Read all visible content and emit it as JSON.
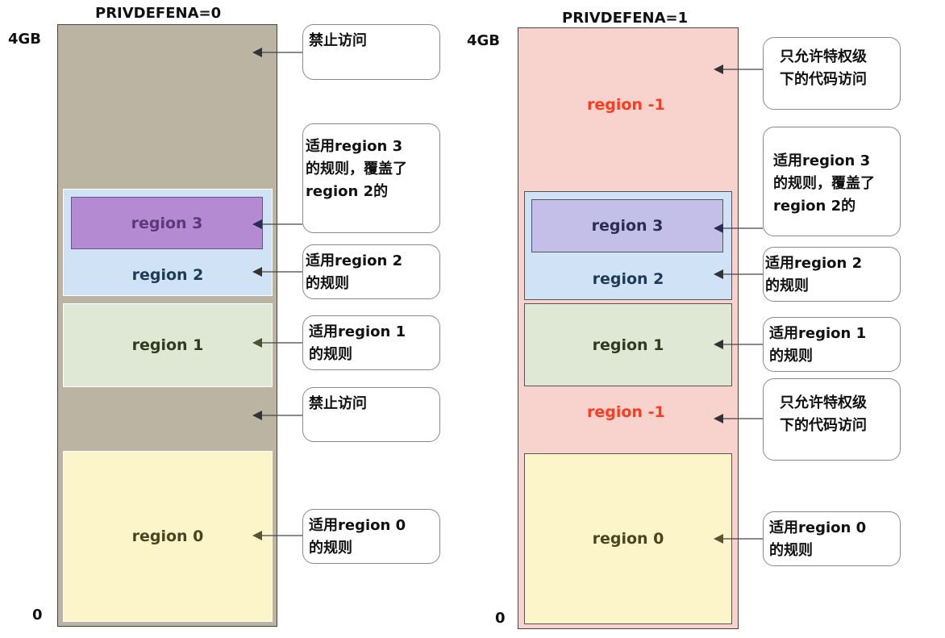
{
  "left": {
    "title": "PRIVDEFENA=0",
    "top_label": "4GB",
    "bottom_label": "0",
    "regions": {
      "r3": "region 3",
      "r2": "region 2",
      "r1": "region 1",
      "r0": "region 0"
    },
    "callouts": {
      "c1": [
        "禁止访问"
      ],
      "c2": [
        "适用region 3",
        "的规则，覆盖了",
        "region 2的"
      ],
      "c3": [
        "适用region 2",
        "的规则"
      ],
      "c4": [
        "适用region 1",
        "的规则"
      ],
      "c5": [
        "禁止访问"
      ],
      "c6": [
        "适用region 0",
        "的规则"
      ]
    }
  },
  "right": {
    "title": "PRIVDEFENA=1",
    "top_label": "4GB",
    "bottom_label": "0",
    "regions": {
      "rm1_top": "region -1",
      "r3": "region 3",
      "r2": "region 2",
      "r1": "region 1",
      "rm1_mid": "region -1",
      "r0": "region 0"
    },
    "callouts": {
      "c1": [
        "只允许特权级",
        "下的代码访问"
      ],
      "c2": [
        "适用region 3",
        "的规则，覆盖了",
        "region 2的"
      ],
      "c3": [
        "适用region 2",
        "的规则"
      ],
      "c4": [
        "适用region 1",
        "的规则"
      ],
      "c5": [
        "只允许特权级",
        "下的代码访问"
      ],
      "c6": [
        "适用region 0",
        "的规则"
      ]
    }
  },
  "colors": {
    "left_background": "#bcb4a3",
    "right_background": "#f8d2cc",
    "region_3_left": "#b48ad2",
    "region_3_right": "#c4bfe8",
    "region_2": "#cfe2f6",
    "region_1": "#dfe8d5",
    "region_0": "#fbf5c9",
    "region_minus_1_text": "#ff3b1f"
  }
}
